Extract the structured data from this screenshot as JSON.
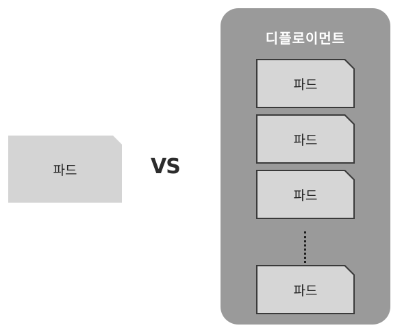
{
  "single": {
    "pod_label": "파드"
  },
  "comparison": {
    "vs_label": "VS"
  },
  "deployment": {
    "title": "디플로이먼트",
    "pods": [
      {
        "label": "파드"
      },
      {
        "label": "파드"
      },
      {
        "label": "파드"
      },
      {
        "label": "파드"
      }
    ]
  },
  "colors": {
    "pod_fill": "#d4d4d4",
    "deployment_fill": "#9a9a9a",
    "deployment_title": "#ffffff",
    "outline": "#3a3a3a"
  }
}
